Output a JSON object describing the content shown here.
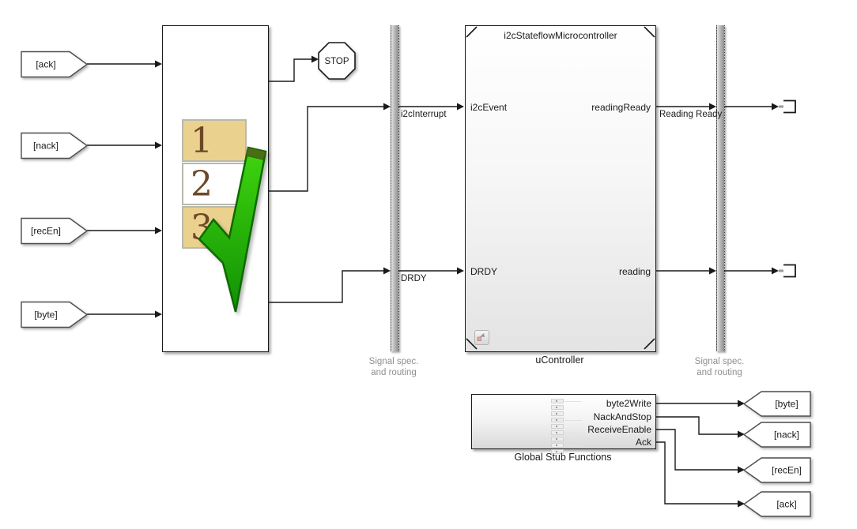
{
  "from_tags": [
    {
      "label": "[ack]"
    },
    {
      "label": "[nack]"
    },
    {
      "label": "[recEn]"
    },
    {
      "label": "[byte]"
    }
  ],
  "stop": {
    "label": "STOP"
  },
  "test_sequence": {
    "steps": [
      "1",
      "2",
      "3"
    ]
  },
  "signal_spec_left": {
    "line1": "Signal spec.",
    "line2": "and routing"
  },
  "signal_spec_right": {
    "line1": "Signal spec.",
    "line2": "and routing"
  },
  "ucontroller": {
    "title": "i2cStateflowMicrocontroller",
    "name": "uController",
    "in_ports": [
      "i2cEvent",
      "DRDY"
    ],
    "out_ports": [
      "readingReady",
      "reading"
    ]
  },
  "wire_labels": {
    "i2c_interrupt": "i2cInterrupt",
    "drdy": "DRDY",
    "reading_ready": "Reading Ready"
  },
  "global_stub": {
    "name": "Global Stub Functions",
    "out_ports": [
      "byte2Write",
      "NackAndStop",
      "ReceiveEnable",
      "Ack"
    ]
  },
  "goto_tags": [
    {
      "label": "[byte]"
    },
    {
      "label": "[nack]"
    },
    {
      "label": "[recEn]"
    },
    {
      "label": "[ack]"
    }
  ],
  "colors": {
    "check_green": "#23b708",
    "step_tan": "#ebd18e",
    "step_number_brown": "#6d4826"
  }
}
